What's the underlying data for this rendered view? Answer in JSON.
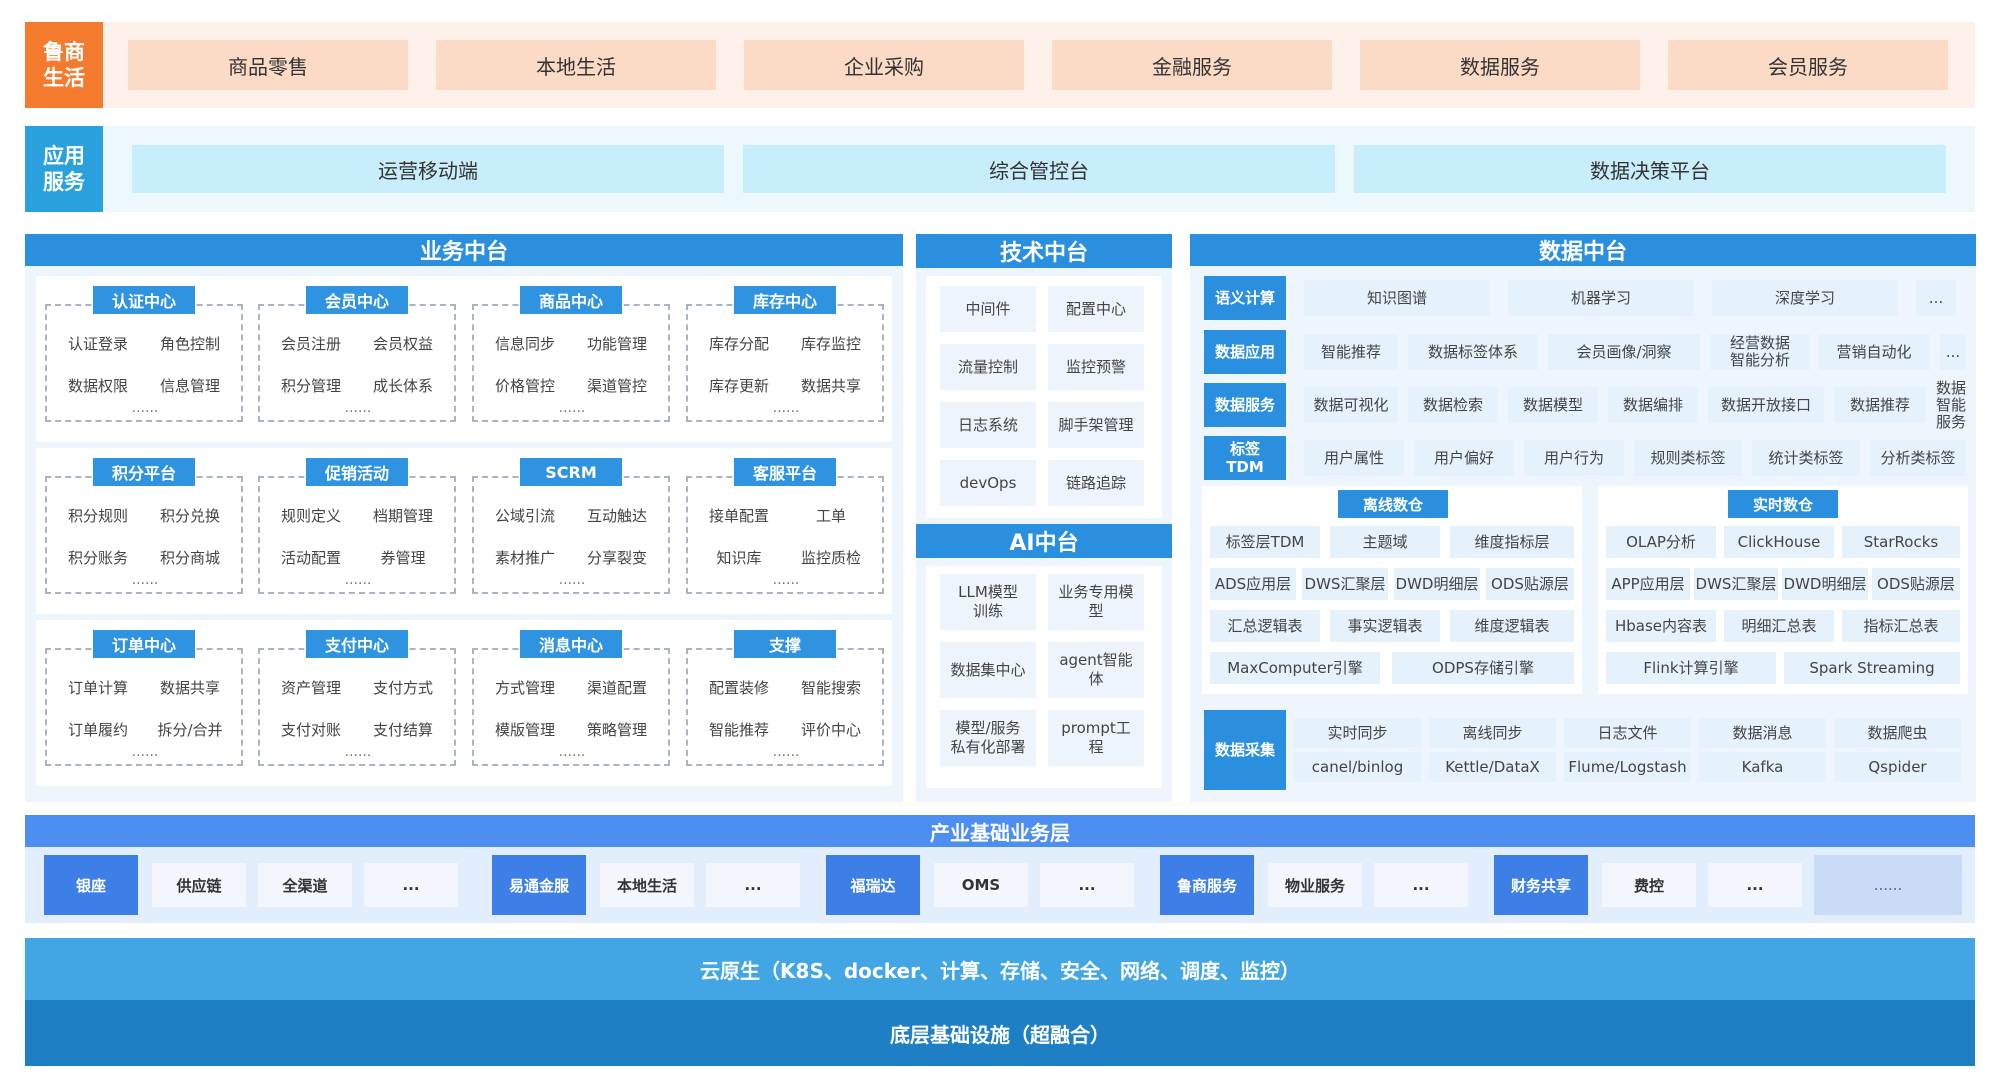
{
  "top": {
    "side_label": "鲁商\n生活",
    "items": [
      "商品零售",
      "本地生活",
      "企业采购",
      "金融服务",
      "数据服务",
      "会员服务"
    ]
  },
  "app": {
    "side_label": "应用\n服务",
    "items": [
      "运营移动端",
      "综合管控台",
      "数据决策平台"
    ]
  },
  "business": {
    "title": "业务中台",
    "groups": [
      {
        "title": "认证中心",
        "items": [
          "认证登录",
          "角色控制",
          "数据权限",
          "信息管理"
        ],
        "dots": "......"
      },
      {
        "title": "会员中心",
        "items": [
          "会员注册",
          "会员权益",
          "积分管理",
          "成长体系"
        ],
        "dots": "......"
      },
      {
        "title": "商品中心",
        "items": [
          "信息同步",
          "功能管理",
          "价格管控",
          "渠道管控"
        ],
        "dots": "......"
      },
      {
        "title": "库存中心",
        "items": [
          "库存分配",
          "库存监控",
          "库存更新",
          "数据共享"
        ],
        "dots": "......"
      },
      {
        "title": "积分平台",
        "items": [
          "积分规则",
          "积分兑换",
          "积分账务",
          "积分商城"
        ],
        "dots": "......"
      },
      {
        "title": "促销活动",
        "items": [
          "规则定义",
          "档期管理",
          "活动配置",
          "券管理"
        ],
        "dots": "......"
      },
      {
        "title": "SCRM",
        "items": [
          "公域引流",
          "互动触达",
          "素材推广",
          "分享裂变"
        ],
        "dots": "......"
      },
      {
        "title": "客服平台",
        "items": [
          "接单配置",
          "工单",
          "知识库",
          "监控质检"
        ],
        "dots": "......"
      },
      {
        "title": "订单中心",
        "items": [
          "订单计算",
          "数据共享",
          "订单履约",
          "拆分/合并"
        ],
        "dots": "......"
      },
      {
        "title": "支付中心",
        "items": [
          "资产管理",
          "支付方式",
          "支付对账",
          "支付结算"
        ],
        "dots": "......"
      },
      {
        "title": "消息中心",
        "items": [
          "方式管理",
          "渠道配置",
          "模版管理",
          "策略管理"
        ],
        "dots": "......"
      },
      {
        "title": "支撑",
        "items": [
          "配置装修",
          "智能搜索",
          "智能推荐",
          "评价中心"
        ],
        "dots": "......"
      }
    ]
  },
  "tech": {
    "title": "技术中台",
    "items": [
      "中间件",
      "配置中心",
      "流量控制",
      "监控预警",
      "日志系统",
      "脚手架管理",
      "devOps",
      "链路追踪"
    ]
  },
  "ai": {
    "title": "AI中台",
    "items": [
      "LLM模型\n训练",
      "业务专用模\n型",
      "数据集中心",
      "agent智能\n体",
      "模型/服务\n私有化部署",
      "prompt工\n程"
    ]
  },
  "data": {
    "title": "数据中台",
    "rows": [
      {
        "label": "语义计算",
        "items": [
          "知识图谱",
          "机器学习",
          "深度学习",
          "..."
        ]
      },
      {
        "label": "数据应用",
        "items": [
          "智能推荐",
          "数据标签体系",
          "会员画像/洞察",
          "经营数据\n智能分析",
          "营销自动化",
          "..."
        ]
      },
      {
        "label": "数据服务",
        "items": [
          "数据可视化",
          "数据检索",
          "数据模型",
          "数据编排",
          "数据开放接口",
          "数据推荐",
          "数据智能服务"
        ]
      },
      {
        "label": "标签\nTDM",
        "items": [
          "用户属性",
          "用户偏好",
          "用户行为",
          "规则类标签",
          "统计类标签",
          "分析类标签"
        ]
      }
    ],
    "offline": {
      "title": "离线数仓",
      "rows": [
        [
          "标签层TDM",
          "主题域",
          "维度指标层"
        ],
        [
          "ADS应用层",
          "DWS汇聚层",
          "DWD明细层",
          "ODS贴源层"
        ],
        [
          "汇总逻辑表",
          "事实逻辑表",
          "维度逻辑表"
        ],
        [
          "MaxComputer引擎",
          "ODPS存储引擎"
        ]
      ]
    },
    "realtime": {
      "title": "实时数仓",
      "rows": [
        [
          "OLAP分析",
          "ClickHouse",
          "StarRocks"
        ],
        [
          "APP应用层",
          "DWS汇聚层",
          "DWD明细层",
          "ODS贴源层"
        ],
        [
          "Hbase内容表",
          "明细汇总表",
          "指标汇总表"
        ],
        [
          "Flink计算引擎",
          "Spark Streaming"
        ]
      ]
    },
    "collect": {
      "label": "数据采集",
      "items": [
        {
          "top": "实时同步",
          "bottom": "canel/binlog"
        },
        {
          "top": "离线同步",
          "bottom": "Kettle/DataX"
        },
        {
          "top": "日志文件",
          "bottom": "Flume/Logstash"
        },
        {
          "top": "数据消息",
          "bottom": "Kafka"
        },
        {
          "top": "数据爬虫",
          "bottom": "Qspider"
        }
      ]
    }
  },
  "industry": {
    "title": "产业基础业务层",
    "blocks": [
      {
        "label": "银座",
        "items": [
          "供应链",
          "全渠道",
          "..."
        ]
      },
      {
        "label": "易通金服",
        "items": [
          "本地生活",
          "..."
        ]
      },
      {
        "label": "福瑞达",
        "items": [
          "OMS",
          "..."
        ]
      },
      {
        "label": "鲁商服务",
        "items": [
          "物业服务",
          "..."
        ]
      },
      {
        "label": "财务共享",
        "items": [
          "费控",
          "..."
        ]
      }
    ],
    "last": "......"
  },
  "cloud": "云原生（K8S、docker、计算、存储、安全、网络、调度、监控）",
  "infra": "底层基础设施（超融合）"
}
